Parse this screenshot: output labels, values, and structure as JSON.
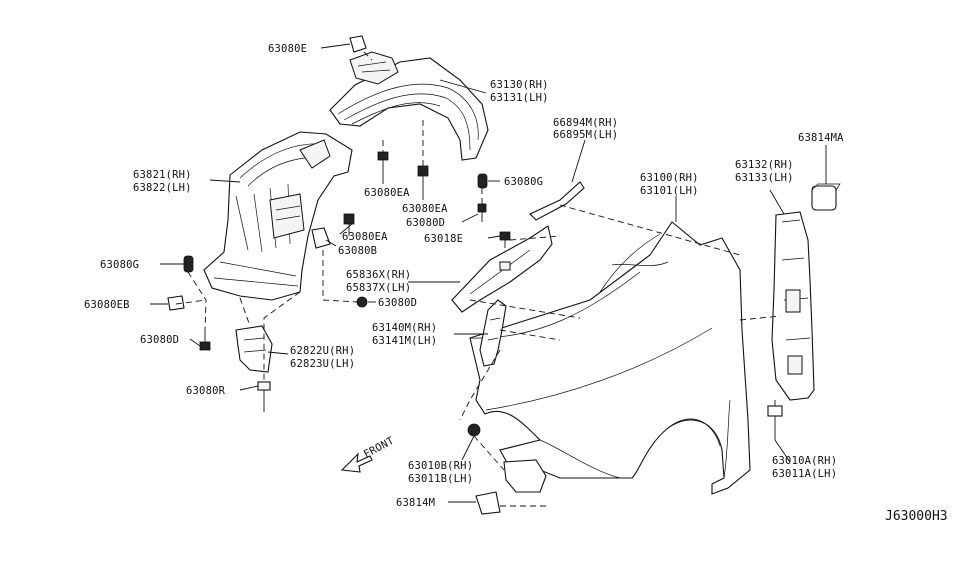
{
  "diagram_code": "J63000H3",
  "direction_label": "FRONT",
  "labels": {
    "l_63080e": "63080E",
    "l_63130_rh": "63130(RH)",
    "l_63131_lh": "63131(LH)",
    "l_66894m_rh": "66894M(RH)",
    "l_66895m_lh": "66895M(LH)",
    "l_63814ma": "63814MA",
    "l_63821_rh": "63821(RH)",
    "l_63822_lh": "63822(LH)",
    "l_63080ea_1": "63080EA",
    "l_63080g_r": "63080G",
    "l_63132_rh": "63132(RH)",
    "l_63133_lh": "63133(LH)",
    "l_63100_rh": "63100(RH)",
    "l_63101_lh": "63101(LH)",
    "l_63080ea_2": "63080EA",
    "l_63080d_c": "63080D",
    "l_63018e": "63018E",
    "l_63080ea_3": "63080EA",
    "l_63080b": "63080B",
    "l_63080g_l": "63080G",
    "l_65836x_rh": "65836X(RH)",
    "l_65837x_lh": "65837X(LH)",
    "l_63080eb": "63080EB",
    "l_63080d_m": "63080D",
    "l_63140m_rh": "63140M(RH)",
    "l_63141m_lh": "63141M(LH)",
    "l_63080d_l": "63080D",
    "l_62822u_rh": "62822U(RH)",
    "l_62823u_lh": "62823U(LH)",
    "l_63080r": "63080R",
    "l_63010a_rh": "63010A(RH)",
    "l_63011a_lh": "63011A(LH)",
    "l_63010b_rh": "63010B(RH)",
    "l_63011b_lh": "63011B(LH)",
    "l_63814m": "63814M"
  }
}
